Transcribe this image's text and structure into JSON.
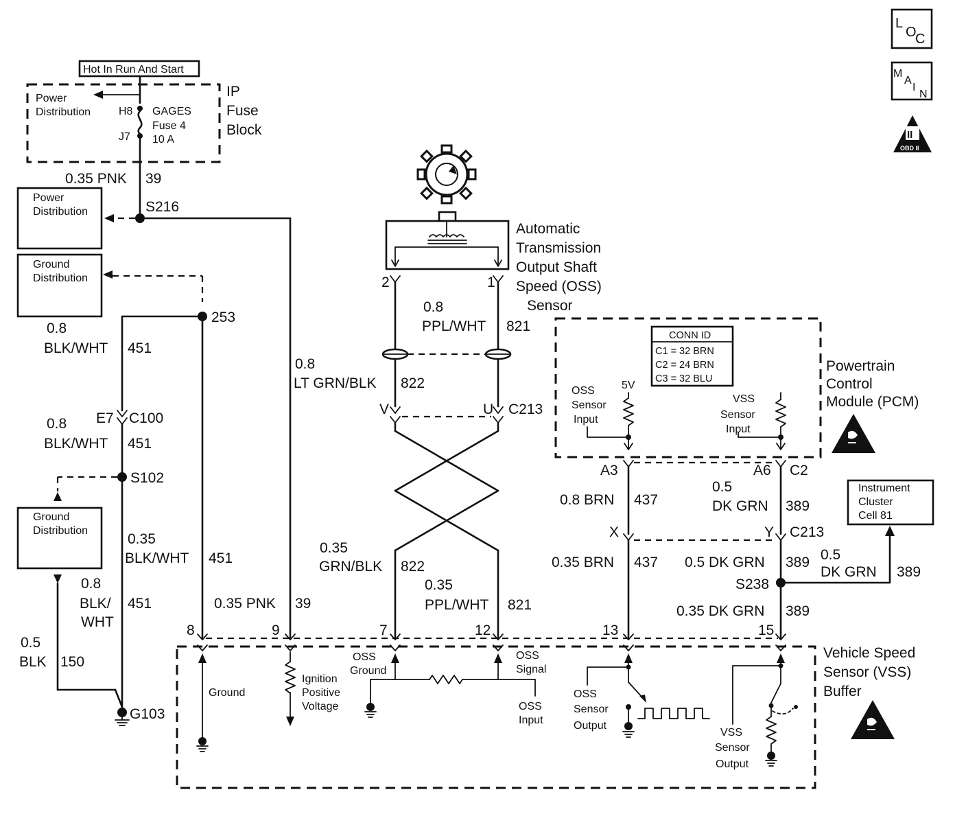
{
  "icons": {
    "loc": {
      "letters": [
        "L",
        "O",
        "C"
      ]
    },
    "main": {
      "letters": [
        "M",
        "A",
        "I",
        "N"
      ]
    },
    "obd": {
      "numeral": "II",
      "text": "OBD II"
    }
  },
  "fuse_block": {
    "header": "Hot In Run And Start",
    "title": [
      "IP",
      "Fuse",
      "Block"
    ],
    "power_distribution": [
      "Power",
      "Distribution"
    ],
    "fuse_name": [
      "GAGES",
      "Fuse 4",
      "10 A"
    ],
    "pin_h8": "H8",
    "pin_j7": "J7"
  },
  "left": {
    "power_dist_box": [
      "Power",
      "Distribution"
    ],
    "ground_dist_box1": [
      "Ground",
      "Distribution"
    ],
    "ground_dist_box2": [
      "Ground",
      "Distribution"
    ],
    "wire_39": "0.35 PNK",
    "wire_39_num": "39",
    "splice_s216": "S216",
    "splice_253": "253",
    "wire_451a": [
      "0.8",
      "BLK/WHT"
    ],
    "wire_451a_num": "451",
    "conn_e7": "E7",
    "conn_c100": "C100",
    "wire_451b": [
      "0.8",
      "BLK/WHT"
    ],
    "wire_451b_num": "451",
    "splice_s102": "S102",
    "wire_451c": [
      "0.35",
      "BLK/WHT"
    ],
    "wire_451c_num": "451",
    "wire_451d": [
      "0.8",
      "BLK/",
      "WHT"
    ],
    "wire_451d_num": "451",
    "wire_150": [
      "0.5",
      "BLK"
    ],
    "wire_150_num": "150",
    "ground_g103": "G103",
    "wire_39b": "0.35 PNK",
    "wire_39b_num": "39",
    "wire_822a": [
      "0.8",
      "LT GRN/BLK"
    ],
    "wire_822a_num": "822"
  },
  "oss": {
    "title": [
      "Automatic",
      "Transmission",
      "Output Shaft",
      "Speed (OSS)",
      "Sensor"
    ],
    "pin2": "2",
    "pin1": "1",
    "wire_821a": [
      "0.8",
      "PPL/WHT"
    ],
    "wire_821a_num": "821",
    "conn_v": "V",
    "conn_u": "U",
    "conn_c213": "C213",
    "wire_822b": [
      "0.35",
      "GRN/BLK"
    ],
    "wire_822b_num": "822",
    "wire_821b": [
      "0.35",
      "PPL/WHT"
    ],
    "wire_821b_num": "821"
  },
  "pcm": {
    "title": [
      "Powertrain",
      "Control",
      "Module (PCM)"
    ],
    "conn_id_title": "CONN ID",
    "conn_id_rows": [
      "C1  =  32 BRN",
      "C2  =  24 BRN",
      "C3  =  32 BLU"
    ],
    "oss_input": [
      "OSS",
      "Sensor",
      "Input"
    ],
    "v5": "5V",
    "vss_input": [
      "VSS",
      "Sensor",
      "Input"
    ],
    "pin_a3": "A3",
    "pin_a6": "A6",
    "pin_c2": "C2",
    "wire_437a": "0.8 BRN",
    "wire_437a_num": "437",
    "wire_389a": [
      "0.5",
      "DK GRN"
    ],
    "wire_389a_num": "389",
    "conn_x": "X",
    "conn_y": "Y",
    "conn_c213": "C213",
    "wire_437b": "0.35 BRN",
    "wire_437b_num": "437",
    "wire_389b": "0.5 DK GRN",
    "wire_389b_num": "389",
    "splice_s238": "S238",
    "wire_389c": [
      "0.5",
      "DK GRN"
    ],
    "wire_389c_num": "389",
    "wire_389d": "0.35 DK GRN",
    "wire_389d_num": "389",
    "cluster": [
      "Instrument",
      "Cluster",
      "Cell 81"
    ]
  },
  "vss_buffer": {
    "title": [
      "Vehicle Speed",
      "Sensor (VSS)",
      "Buffer"
    ],
    "pins": [
      "8",
      "9",
      "7",
      "12",
      "13",
      "15"
    ],
    "ground": "Ground",
    "ignition": [
      "Ignition",
      "Positive",
      "Voltage"
    ],
    "oss_ground": [
      "OSS",
      "Ground"
    ],
    "oss_signal": [
      "OSS",
      "Signal"
    ],
    "oss_input": [
      "OSS",
      "Input"
    ],
    "oss_output": [
      "OSS",
      "Sensor",
      "Output"
    ],
    "vss_output": [
      "VSS",
      "Sensor",
      "Output"
    ]
  }
}
